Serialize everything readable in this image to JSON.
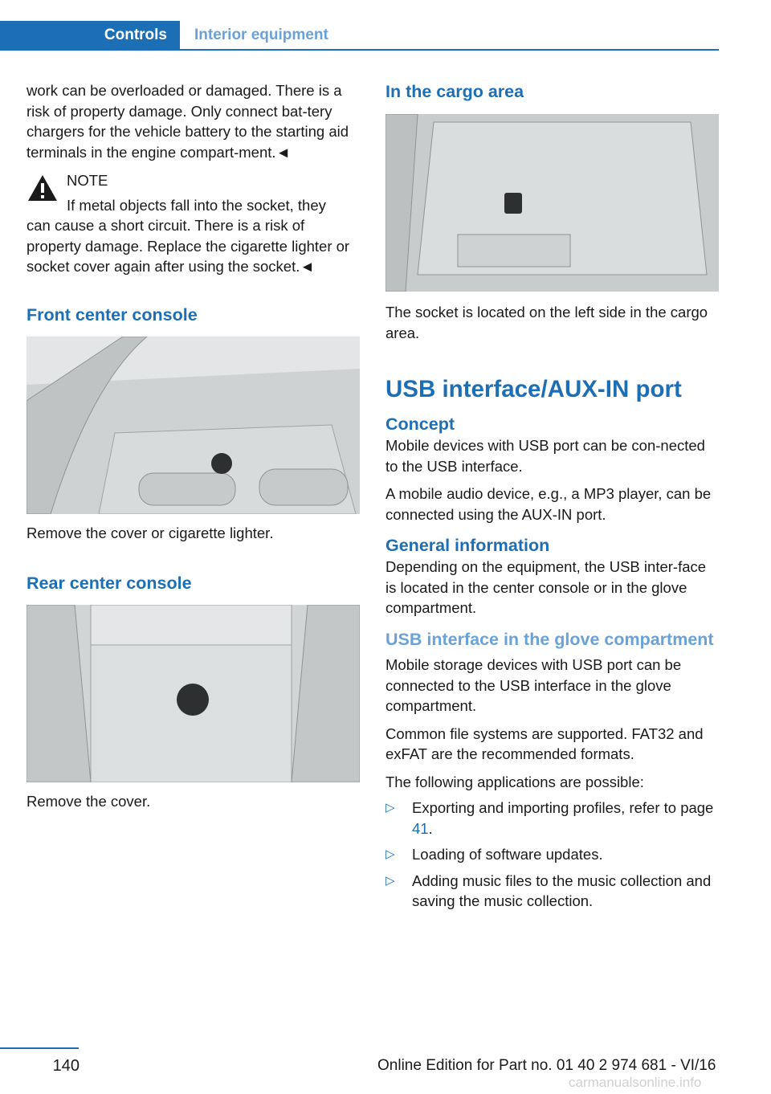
{
  "header": {
    "tab": "Controls",
    "section": "Interior equipment"
  },
  "left": {
    "intro": "work can be overloaded or damaged. There is a risk of property damage. Only connect bat-tery chargers for the vehicle battery to the starting aid terminals in the engine compart-ment.◄",
    "note_title": "NOTE",
    "note_first": "If metal objects fall into the socket, they",
    "note_rest": "can cause a short circuit. There is a risk of property damage. Replace the cigarette lighter or socket cover again after using the socket.◄",
    "front_heading": "Front center console",
    "front_caption": "Remove the cover or cigarette lighter.",
    "rear_heading": "Rear center console",
    "rear_caption": "Remove the cover."
  },
  "right": {
    "cargo_heading": "In the cargo area",
    "cargo_caption": "The socket is located on the left side in the cargo area.",
    "usb_heading": "USB interface/AUX-IN port",
    "concept_heading": "Concept",
    "concept_p1": "Mobile devices with USB port can be con-nected to the USB interface.",
    "concept_p2": "A mobile audio device, e.g., a MP3 player, can be connected using the AUX-IN port.",
    "general_heading": "General information",
    "general_p": "Depending on the equipment, the USB inter-face is located in the center console or in the glove compartment.",
    "glove_heading": "USB interface in the glove compartment",
    "glove_p1": "Mobile storage devices with USB port can be connected to the USB interface in the glove compartment.",
    "glove_p2": "Common file systems are supported. FAT32 and exFAT are the recommended formats.",
    "glove_p3": "The following applications are possible:",
    "bullets": {
      "b1_pre": "Exporting and importing profiles, refer to page ",
      "b1_link": "41",
      "b1_post": ".",
      "b2": "Loading of software updates.",
      "b3": "Adding music files to the music collection and saving the music collection."
    },
    "bullet_marker": "▷"
  },
  "footer": {
    "page_number": "140",
    "edition": "Online Edition for Part no. 01 40 2 974 681 - VI/16",
    "watermark": "carmanualsonline.info"
  }
}
